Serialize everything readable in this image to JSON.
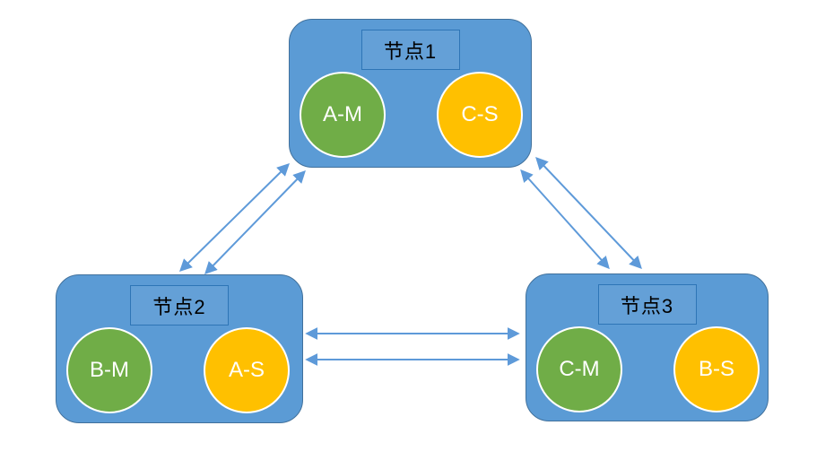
{
  "nodes": [
    {
      "label": "节点1",
      "circles": [
        {
          "label": "A-M",
          "role": "master"
        },
        {
          "label": "C-S",
          "role": "slave"
        }
      ]
    },
    {
      "label": "节点2",
      "circles": [
        {
          "label": "B-M",
          "role": "master"
        },
        {
          "label": "A-S",
          "role": "slave"
        }
      ]
    },
    {
      "label": "节点3",
      "circles": [
        {
          "label": "C-M",
          "role": "master"
        },
        {
          "label": "B-S",
          "role": "slave"
        }
      ]
    }
  ],
  "connections": [
    {
      "from": "节点1",
      "to": "节点2",
      "style": "double bidirectional arrow pair"
    },
    {
      "from": "节点1",
      "to": "节点3",
      "style": "double bidirectional arrow pair"
    },
    {
      "from": "节点2",
      "to": "节点3",
      "style": "double bidirectional arrow pair"
    }
  ],
  "colors": {
    "node_fill": "#5b9bd5",
    "node_border": "#41719c",
    "label_box_border": "#2e75b6",
    "master_circle": "#70ad47",
    "slave_circle": "#ffc000",
    "circle_border": "#ffffff",
    "arrow": "#5e9ad9",
    "label_text": "#000000",
    "circle_text": "#ffffff"
  }
}
